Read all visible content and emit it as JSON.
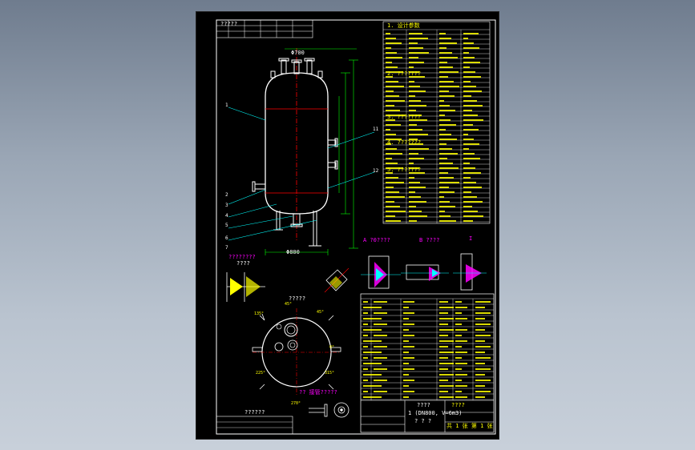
{
  "drawing": {
    "top_left_stamp": "?????",
    "section_design_data": "1. 设计参数",
    "section_a": "2. ???????",
    "section_b": "3. ???????",
    "section_c": "4. ???????",
    "section_d": "5. ???????",
    "view_a": "A ?0????",
    "view_b": "B ????",
    "view_c": "I",
    "weld_detail_title": "????????",
    "weld_detail_sub": "????",
    "nozzle_detail_title": "?? 接管?????",
    "plan_view_title": "?????",
    "title_block_name": "????",
    "title_block_spec": "1 (DN800, V=6m3)",
    "title_block_sub": "? ? ?",
    "drawing_no": "????",
    "sheet_info": "共 1 张  第 1 张",
    "bottom_left_note": "??????",
    "dimension_width": "Φ800",
    "dimension_base": "Φ700"
  },
  "colors": {
    "sheet_bg": "#000000",
    "frame": "#ffffff",
    "vessel": "#ffffff",
    "centerline": "#ff0000",
    "dimension": "#00ff00",
    "table_text": "#ffff00",
    "leader": "#00ffff",
    "weld": "#ff00ff"
  }
}
